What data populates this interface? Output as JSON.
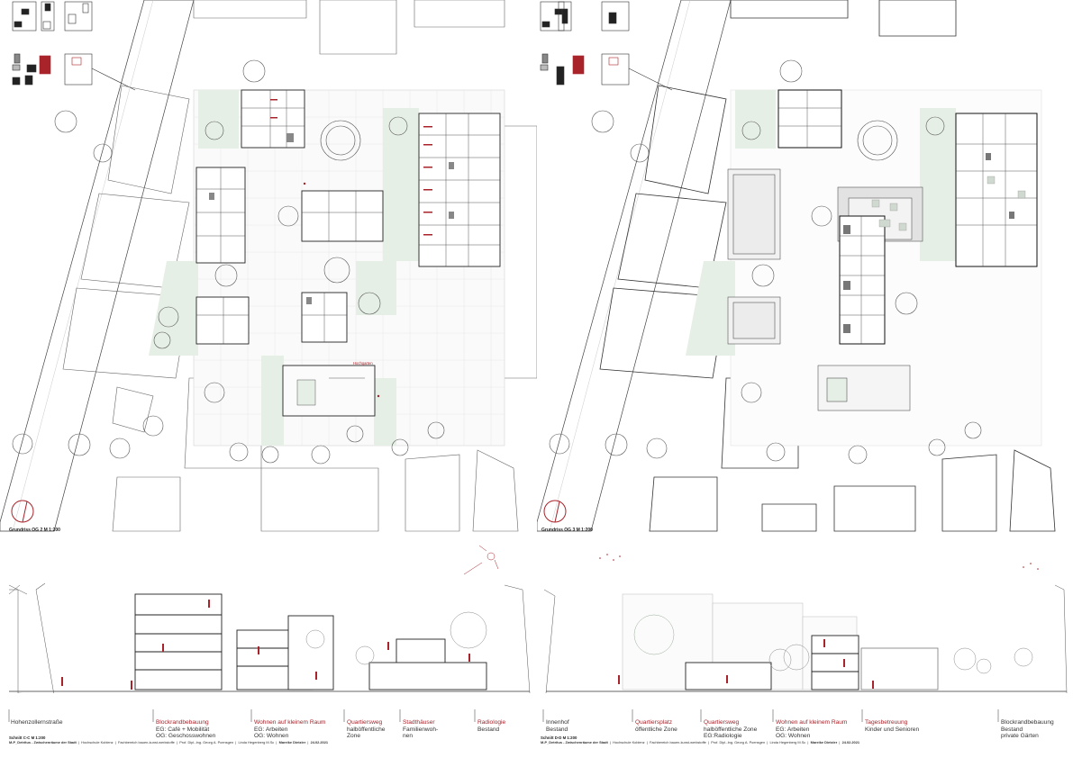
{
  "left": {
    "plan_title": "Grundriss OG 2 M 1:200",
    "section_title": "Schnitt C-C M 1:200",
    "plan_annotation": "Hochgarten",
    "labels": [
      {
        "lines": [
          [
            "blk",
            "Hohenzollernstraße"
          ]
        ]
      },
      {
        "lines": [
          [
            "red",
            "Blockrandbebauung"
          ],
          [
            "blk",
            "EG: Café + Mobilität"
          ],
          [
            "blk",
            "OG: Geschosswohnen"
          ]
        ]
      },
      {
        "lines": [
          [
            "red",
            "Wohnen auf kleinem Raum"
          ],
          [
            "blk",
            "EG: Arbeiten"
          ],
          [
            "blk",
            "OG: Wohnen"
          ]
        ]
      },
      {
        "lines": [
          [
            "red",
            "Quartiersweg"
          ],
          [
            "blk",
            "halböffentliche"
          ],
          [
            "blk",
            "Zone"
          ]
        ]
      },
      {
        "lines": [
          [
            "red",
            "Stadthäuser"
          ],
          [
            "blk",
            "Familienwoh-"
          ],
          [
            "blk",
            "nen"
          ]
        ]
      },
      {
        "lines": [
          [
            "red",
            "Radiologie"
          ],
          [
            "blk",
            "Bestand"
          ]
        ]
      }
    ],
    "footer": {
      "project": "M-P_Detritus  -  Zwischenräume  der  Stadt",
      "school": "Hochschule  Koblenz",
      "dept": "Fachbereich  bauen-kunst-werkstoffe",
      "prof": "Prof.  Dipl.-Ing.  Georg  A.  Poensgen",
      "assist": "Linda  Hegenberg  M.Sc",
      "author": "Mareike  Dietzler",
      "date": "24.02.2021"
    }
  },
  "right": {
    "plan_title": "Grundriss OG 3 M 1:200",
    "section_title": "Schnitt D-D M 1:200",
    "labels": [
      {
        "lines": [
          [
            "blk",
            "Innenhof"
          ],
          [
            "blk",
            "Bestand"
          ]
        ]
      },
      {
        "lines": [
          [
            "red",
            "Quartiersplatz"
          ],
          [
            "blk",
            "öffentliche Zone"
          ]
        ]
      },
      {
        "lines": [
          [
            "red",
            "Quartiersweg"
          ],
          [
            "blk",
            "halböffentliche Zone"
          ],
          [
            "blk",
            "EG:Radiologie"
          ]
        ]
      },
      {
        "lines": [
          [
            "red",
            "Wohnen auf kleinem Raum"
          ],
          [
            "blk",
            "EG: Arbeiten"
          ],
          [
            "blk",
            "OG: Wohnen"
          ]
        ]
      },
      {
        "lines": [
          [
            "red",
            "Tagesbetreuung"
          ],
          [
            "blk",
            "Kinder und Senioren"
          ]
        ]
      },
      {
        "lines": [
          [
            "blk",
            "Blockrandbebauung"
          ],
          [
            "blk",
            "Bestand"
          ],
          [
            "blk",
            "private Gärten"
          ]
        ]
      }
    ],
    "footer": {
      "project": "M-P_Detritus  -  Zwischenräume  der  Stadt",
      "school": "Hochschule  Koblenz",
      "dept": "Fachbereich  bauen-kunst-werkstoffe",
      "prof": "Prof.  Dipl.-Ing.  Georg  A.  Poensgen",
      "assist": "Linda  Hegenberg  M.Sc",
      "author": "Mareike  Dietzler",
      "date": "24.02.2021"
    }
  },
  "colors": {
    "accent": "#a8232a",
    "line": "#333333",
    "green": "#e6efe6",
    "grid": "#dddddd"
  }
}
